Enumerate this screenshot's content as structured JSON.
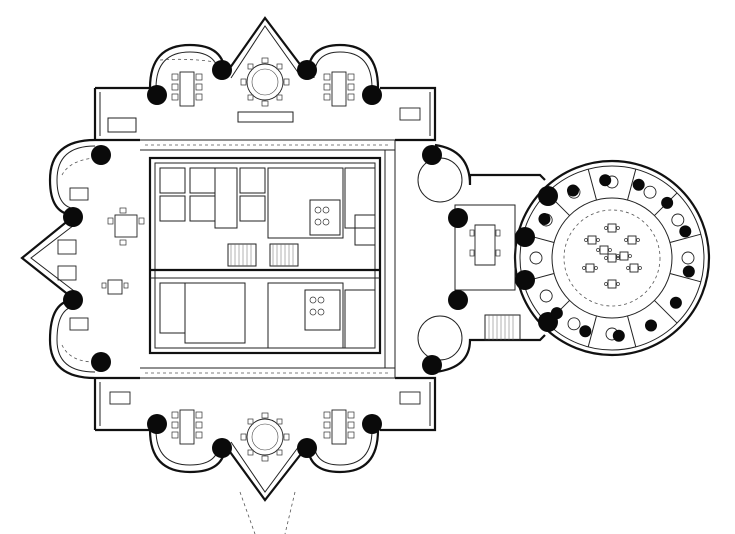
{
  "drawing": {
    "kind": "architectural floor plan",
    "style": "black line drawing on white",
    "colors": {
      "line": "#111111",
      "background": "#ffffff",
      "column": "#0a0a0a"
    },
    "labels": []
  },
  "elements": {
    "north_bays": [
      "conference-bay-nw",
      "conference-bay-round-n",
      "conference-bay-ne"
    ],
    "south_bays": [
      "conference-bay-sw",
      "conference-bay-round-s",
      "conference-bay-se"
    ],
    "west_wing": "west-lounge-bays",
    "core": [
      "elevator-core",
      "restroom-block",
      "stair-west",
      "stair-east"
    ],
    "east_wing": "rotunda-dining-hall",
    "columns": 26
  }
}
